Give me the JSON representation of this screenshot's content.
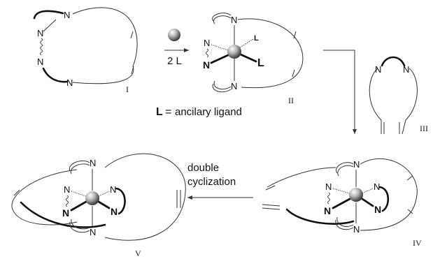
{
  "atoms": {
    "N": "N",
    "L": "L"
  },
  "roman_labels": [
    "I",
    "II",
    "III",
    "IV",
    "V"
  ],
  "reagent": {
    "label": "2 L"
  },
  "legend": {
    "symbol": "L",
    "equals": "=",
    "text": "ancilary ligand"
  },
  "arrow_label": {
    "line1": "double",
    "line2": "cyclization"
  },
  "colors": {
    "line": "#333333",
    "metal_light": "#ffffff",
    "metal_dark": "#3a3a3a"
  }
}
